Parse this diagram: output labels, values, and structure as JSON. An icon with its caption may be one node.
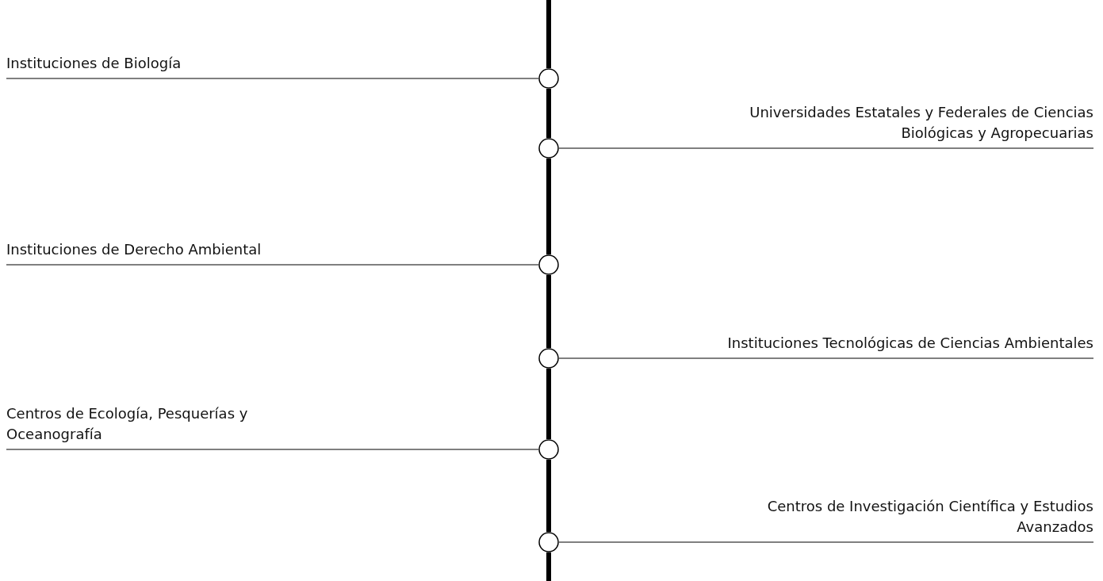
{
  "diagram": {
    "nodes": [
      {
        "text": [
          "Instituciones de Biología"
        ]
      },
      {
        "text": [],
        "shape": "circle"
      },
      {
        "text": [
          "Universidades Estatales y Federales de Ciencias Biológicas y Agropecuarias"
        ]
      },
      {
        "text": [],
        "shape": "circle"
      },
      {
        "text": [
          "Instituciones de Derecho Ambiental"
        ]
      },
      {
        "text": [],
        "shape": "circle"
      },
      {
        "text": [
          "Instituciones Tecnológicas de Ciencias Ambientales"
        ]
      },
      {
        "text": [],
        "shape": "circle"
      },
      {
        "text": [
          "Centros de Ecología, Pesquerías y Oceanografía"
        ]
      },
      {
        "text": [],
        "shape": "circle"
      },
      {
        "text": [
          "Centros de Investigación Científica y Estudios Avanzados"
        ]
      },
      {
        "text": [],
        "shape": "circle"
      }
    ],
    "edges": [
      {
        "from": 0,
        "to": 1,
        "arrow": "none"
      },
      {
        "from": 2,
        "to": 3,
        "arrow": "none"
      },
      {
        "from": 4,
        "to": 5,
        "arrow": "none"
      },
      {
        "from": 6,
        "to": 7,
        "arrow": "none"
      },
      {
        "from": 8,
        "to": 9,
        "arrow": "none"
      },
      {
        "from": 10,
        "to": 11,
        "arrow": "none"
      },
      {
        "from": 1,
        "to": 3,
        "arrow": "none",
        "style": "thick"
      },
      {
        "from": 3,
        "to": 5,
        "arrow": "none",
        "style": "thick"
      },
      {
        "from": 5,
        "to": 7,
        "arrow": "none",
        "style": "thick"
      },
      {
        "from": 7,
        "to": 9,
        "arrow": "none",
        "style": "thick"
      },
      {
        "from": 9,
        "to": 11,
        "arrow": "none",
        "style": "thick"
      }
    ]
  }
}
